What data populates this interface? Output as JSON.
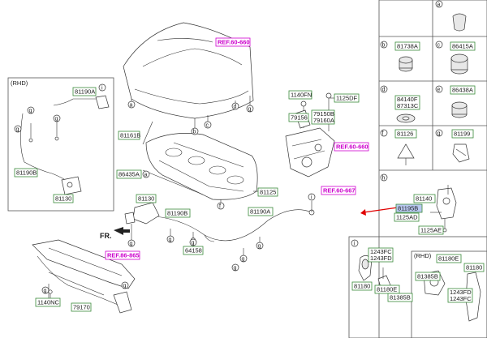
{
  "cells": {
    "a": "a",
    "b": "b",
    "c": "c",
    "d": "d",
    "e": "e",
    "f": "f",
    "g": "g",
    "h": "h",
    "i": "i"
  },
  "labels": {
    "ref_60_660": "REF.60-660",
    "ref_60_667": "REF.60-667",
    "ref_86_865": "REF.86-865",
    "rhd": "(RHD)",
    "fr": "FR.",
    "l81161b": "81161B",
    "l86435a": "86435A",
    "l81125": "81125",
    "l1140fn": "1140FN",
    "l1125df": "1125DF",
    "l79156": "79156",
    "l79150b": "79150B",
    "l79160a": "79160A",
    "l81190a": "81190A",
    "l81190b": "81190B",
    "l81130": "81130",
    "l64158": "64158",
    "l1140nc": "1140NC",
    "l79170": "79170",
    "l81738a": "81738A",
    "l86415a": "86415A",
    "l84140f": "84140F",
    "l87313c": "87313C",
    "l86438a": "86438A",
    "l81126": "81126",
    "l81199": "81199",
    "l81140": "81140",
    "l81195b": "81195B",
    "l1125ad": "1125AD",
    "l1125ae": "1125AE",
    "l1243fc": "1243FC",
    "l1243fd": "1243FD",
    "l81180": "81180",
    "l81180e": "81180E",
    "l81385b": "81385B"
  },
  "colors": {
    "part_box_border": "#3a8a3a",
    "reference_box_border": "#d000d0",
    "reference_text": "#cc00cc",
    "highlight_fill": "#b8c8f0",
    "arrow": "#e00000"
  }
}
